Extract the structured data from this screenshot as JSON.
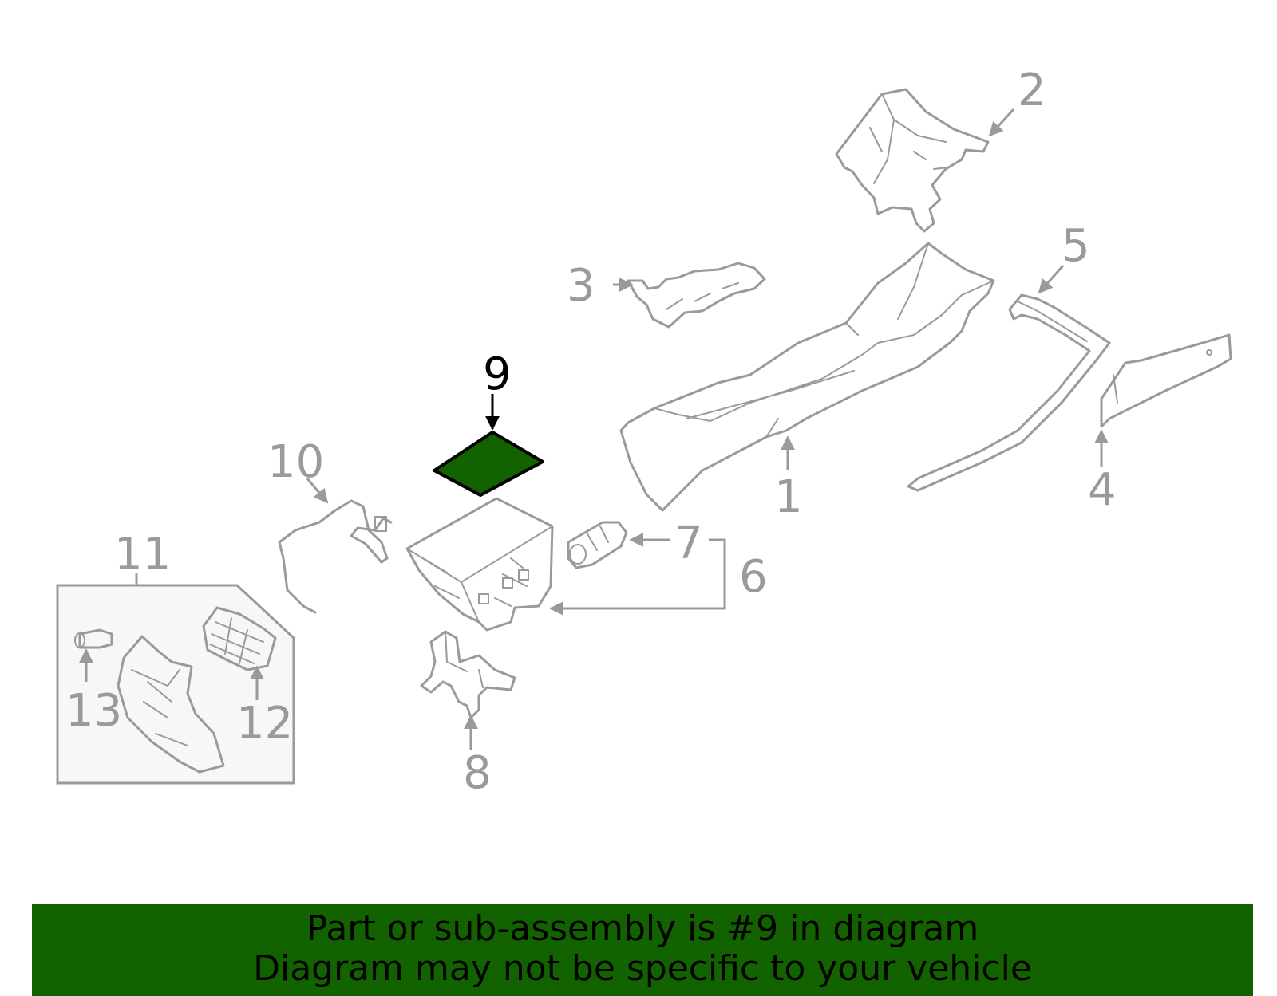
{
  "callouts": {
    "c1": "1",
    "c2": "2",
    "c3": "3",
    "c4": "4",
    "c5": "5",
    "c6": "6",
    "c7": "7",
    "c8": "8",
    "c9": "9",
    "c10": "10",
    "c11": "11",
    "c12": "12",
    "c13": "13"
  },
  "highlight": {
    "part": "9",
    "color": "#136200"
  },
  "colors": {
    "line": "#9a9a9a",
    "banner_bg": "#136200",
    "inset_bg": "#f7f7f7"
  },
  "banner": {
    "line1": "Part or sub-assembly is #9 in diagram",
    "line2": "Diagram may not be specific to your vehicle"
  }
}
